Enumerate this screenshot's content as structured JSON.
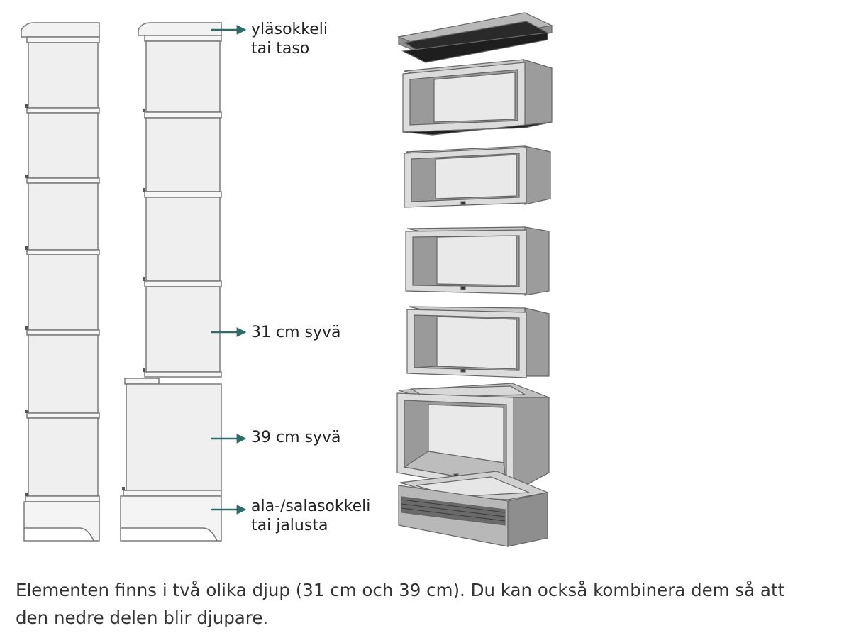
{
  "labels": {
    "top_plinth": [
      "yläsokkeli",
      "tai taso"
    ],
    "depth_31": [
      "31 cm syvä"
    ],
    "depth_39": [
      "39 cm syvä"
    ],
    "bottom_plinth": [
      "ala-/salasokkeli",
      "tai jalusta"
    ]
  },
  "caption": [
    "Elementen finns i två olika djup (31 cm och 39 cm). Du kan också kombinera dem så att",
    "den nedre delen blir djupare."
  ],
  "colors": {
    "arrow": "#2e6b66",
    "outline": "#7a7a7a",
    "panel": "#efefef",
    "box_side": "#999999",
    "box_dark": "#1e1e1e"
  },
  "icons": [
    "arrow-right-icon"
  ]
}
